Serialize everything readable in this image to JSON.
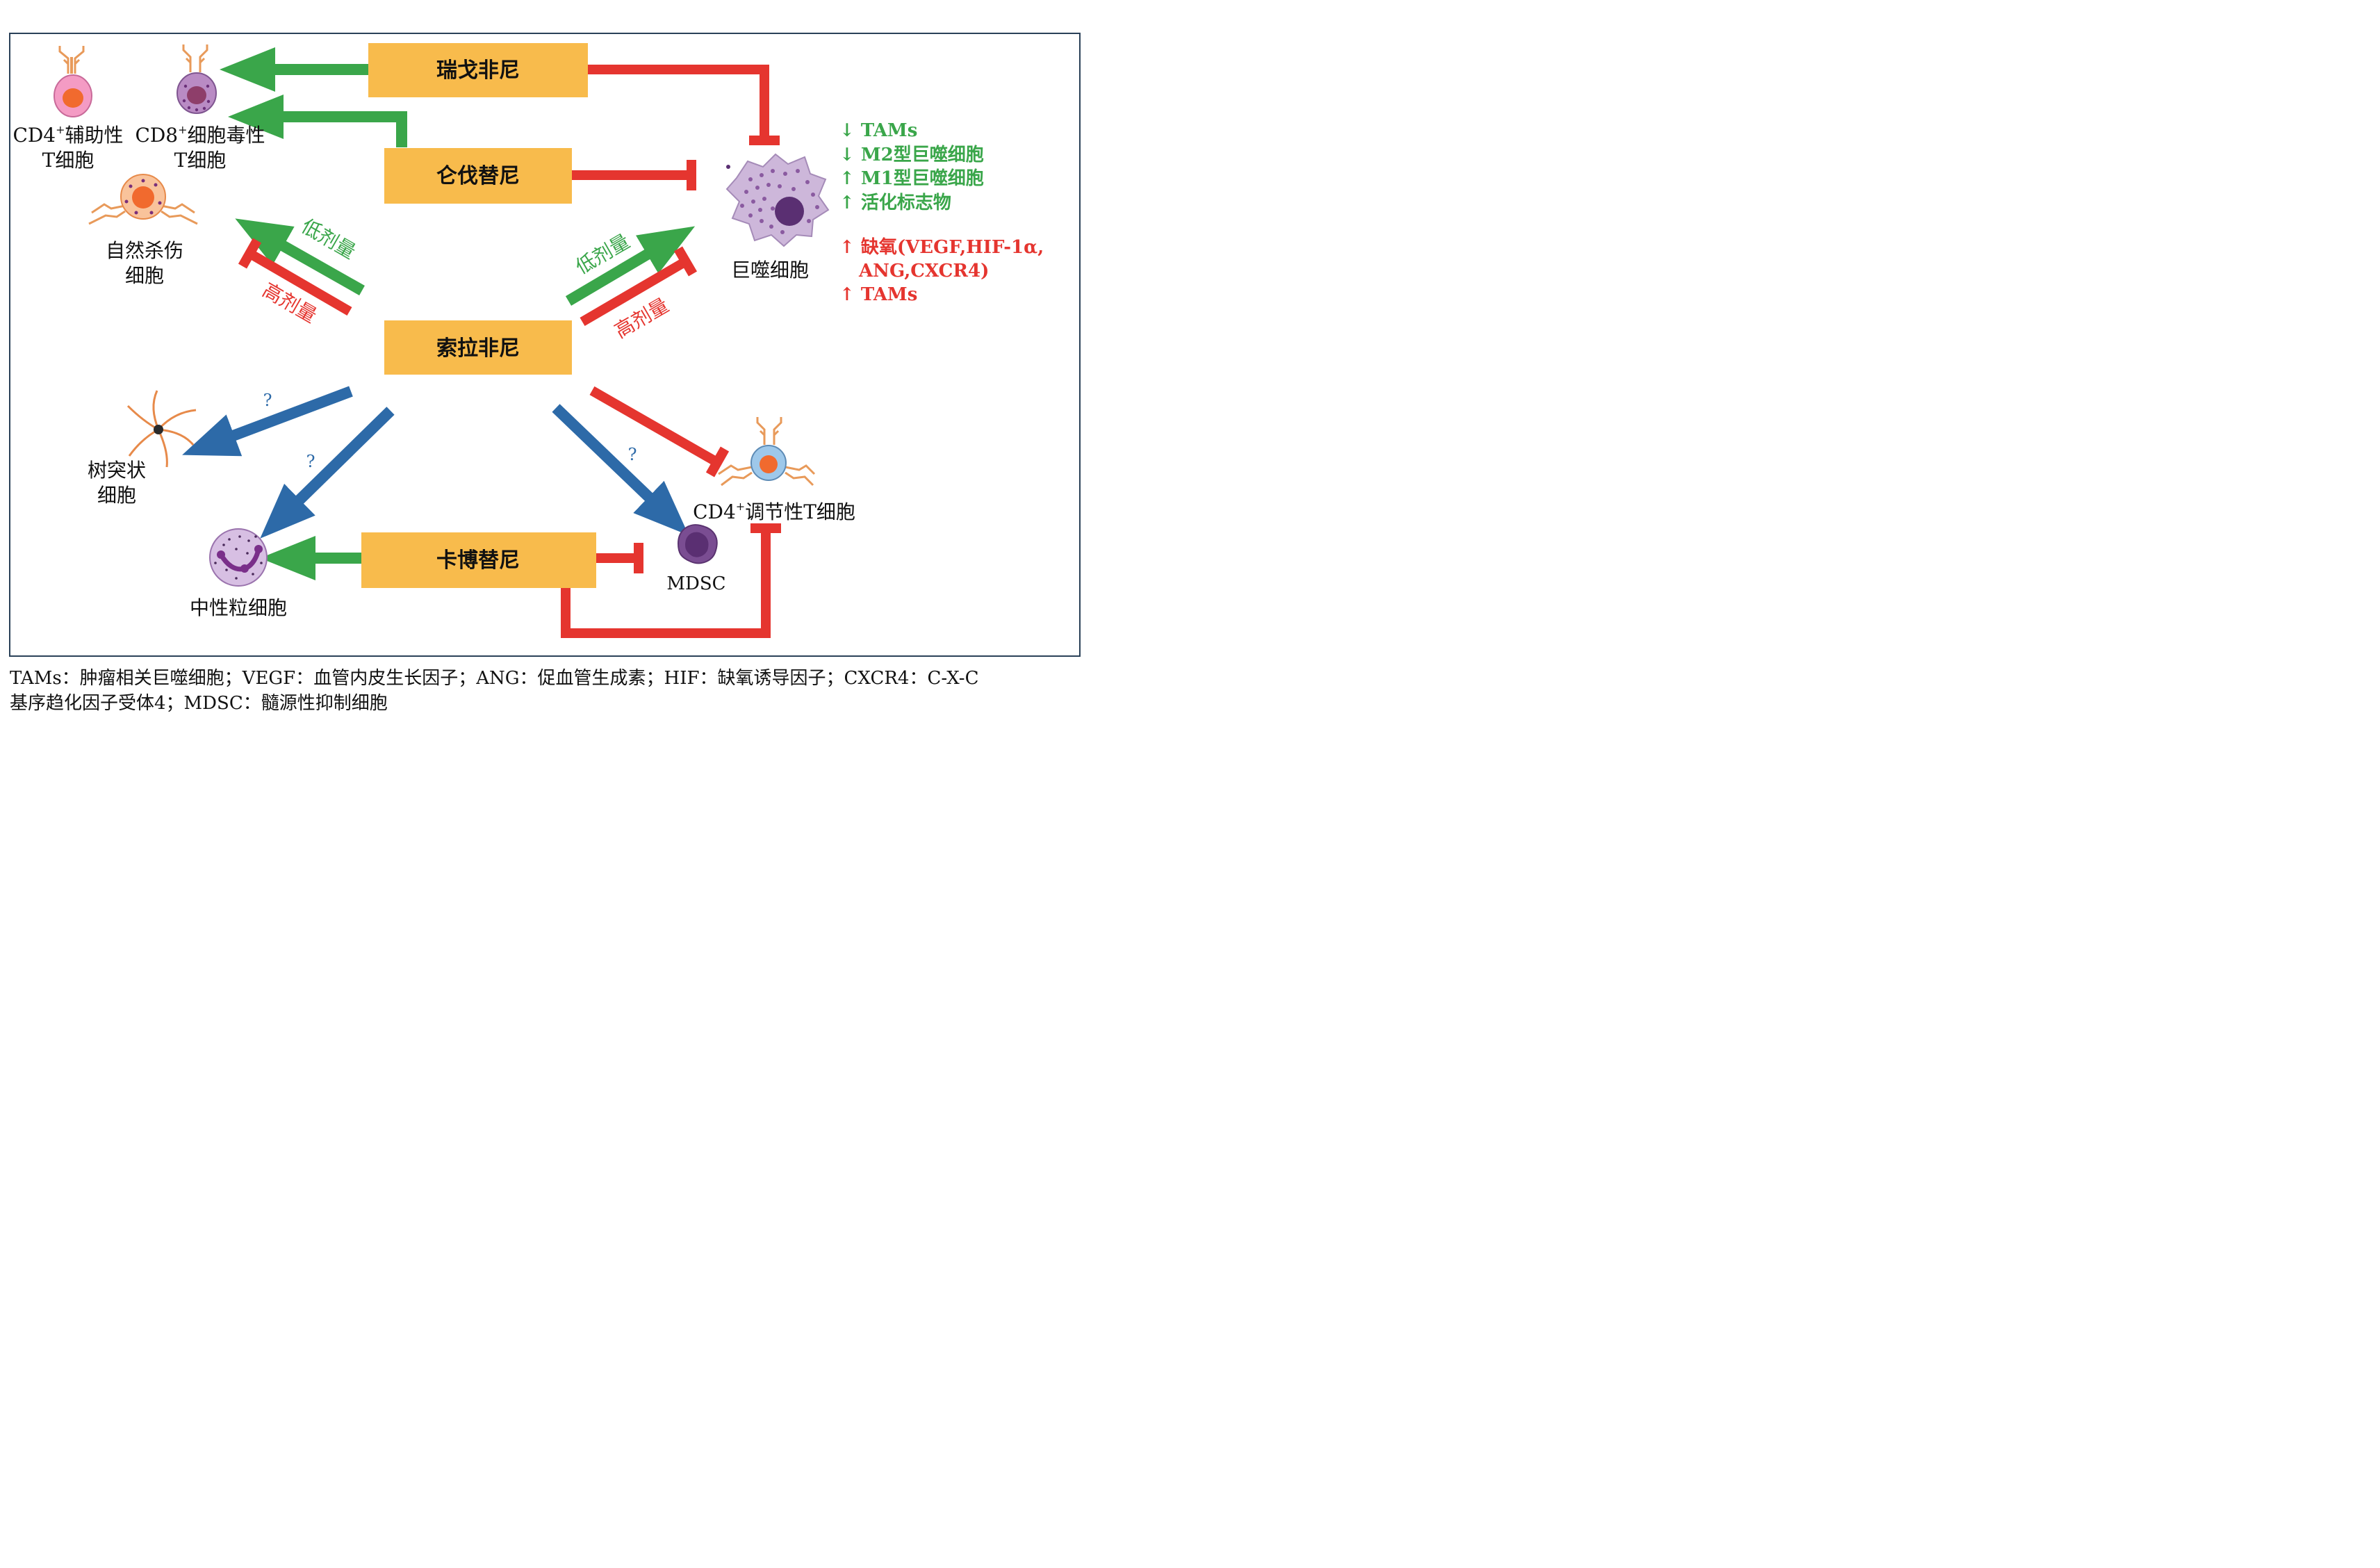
{
  "drugs": {
    "regorafenib": "瑞戈非尼",
    "lenvatinib": "仑伐替尼",
    "sorafenib": "索拉非尼",
    "cabozantinib": "卡博替尼"
  },
  "cells": {
    "cd4_helper_line1_pre": "CD4",
    "cd4_helper_line1_post": "辅助性",
    "cd4_helper_line2": "T细胞",
    "cd8_line1_pre": "CD8",
    "cd8_line1_post": "细胞毒性",
    "cd8_line2": "T细胞",
    "nk_line1": "自然杀伤",
    "nk_line2": "细胞",
    "dc_line1": "树突状",
    "dc_line2": "细胞",
    "neutrophil": "中性粒细胞",
    "mdsc": "MDSC",
    "treg_pre": "CD4",
    "treg_post": "调节性T细胞",
    "macrophage": "巨噬细胞",
    "superscript": "+"
  },
  "doses": {
    "low_left": "低剂量",
    "high_left": "高剂量",
    "low_right": "低剂量",
    "high_right": "高剂量"
  },
  "question_mark": "?",
  "macrophage_effects": {
    "green": [
      "↓ TAMs",
      "↓ M2型巨噬细胞",
      "↑ M1型巨噬细胞",
      "↑ 活化标志物"
    ],
    "red": [
      "↑ 缺氧(VEGF,HIF-1α,",
      "ANG,CXCR4)",
      "↑ TAMs"
    ]
  },
  "footnote": {
    "line1": "TAMs：肿瘤相关巨噬细胞；VEGF：血管内皮生长因子；ANG：促血管生成素；HIF：缺氧诱导因子；CXCR4：C-X-C",
    "line2": "基序趋化因子受体4；MDSC：髓源性抑制细胞"
  },
  "colors": {
    "activate": "#3aa64a",
    "inhibit": "#e5352f",
    "unknown": "#2d6aa8",
    "drug_box": "#f8bb4c",
    "frame": "#2a4158"
  }
}
